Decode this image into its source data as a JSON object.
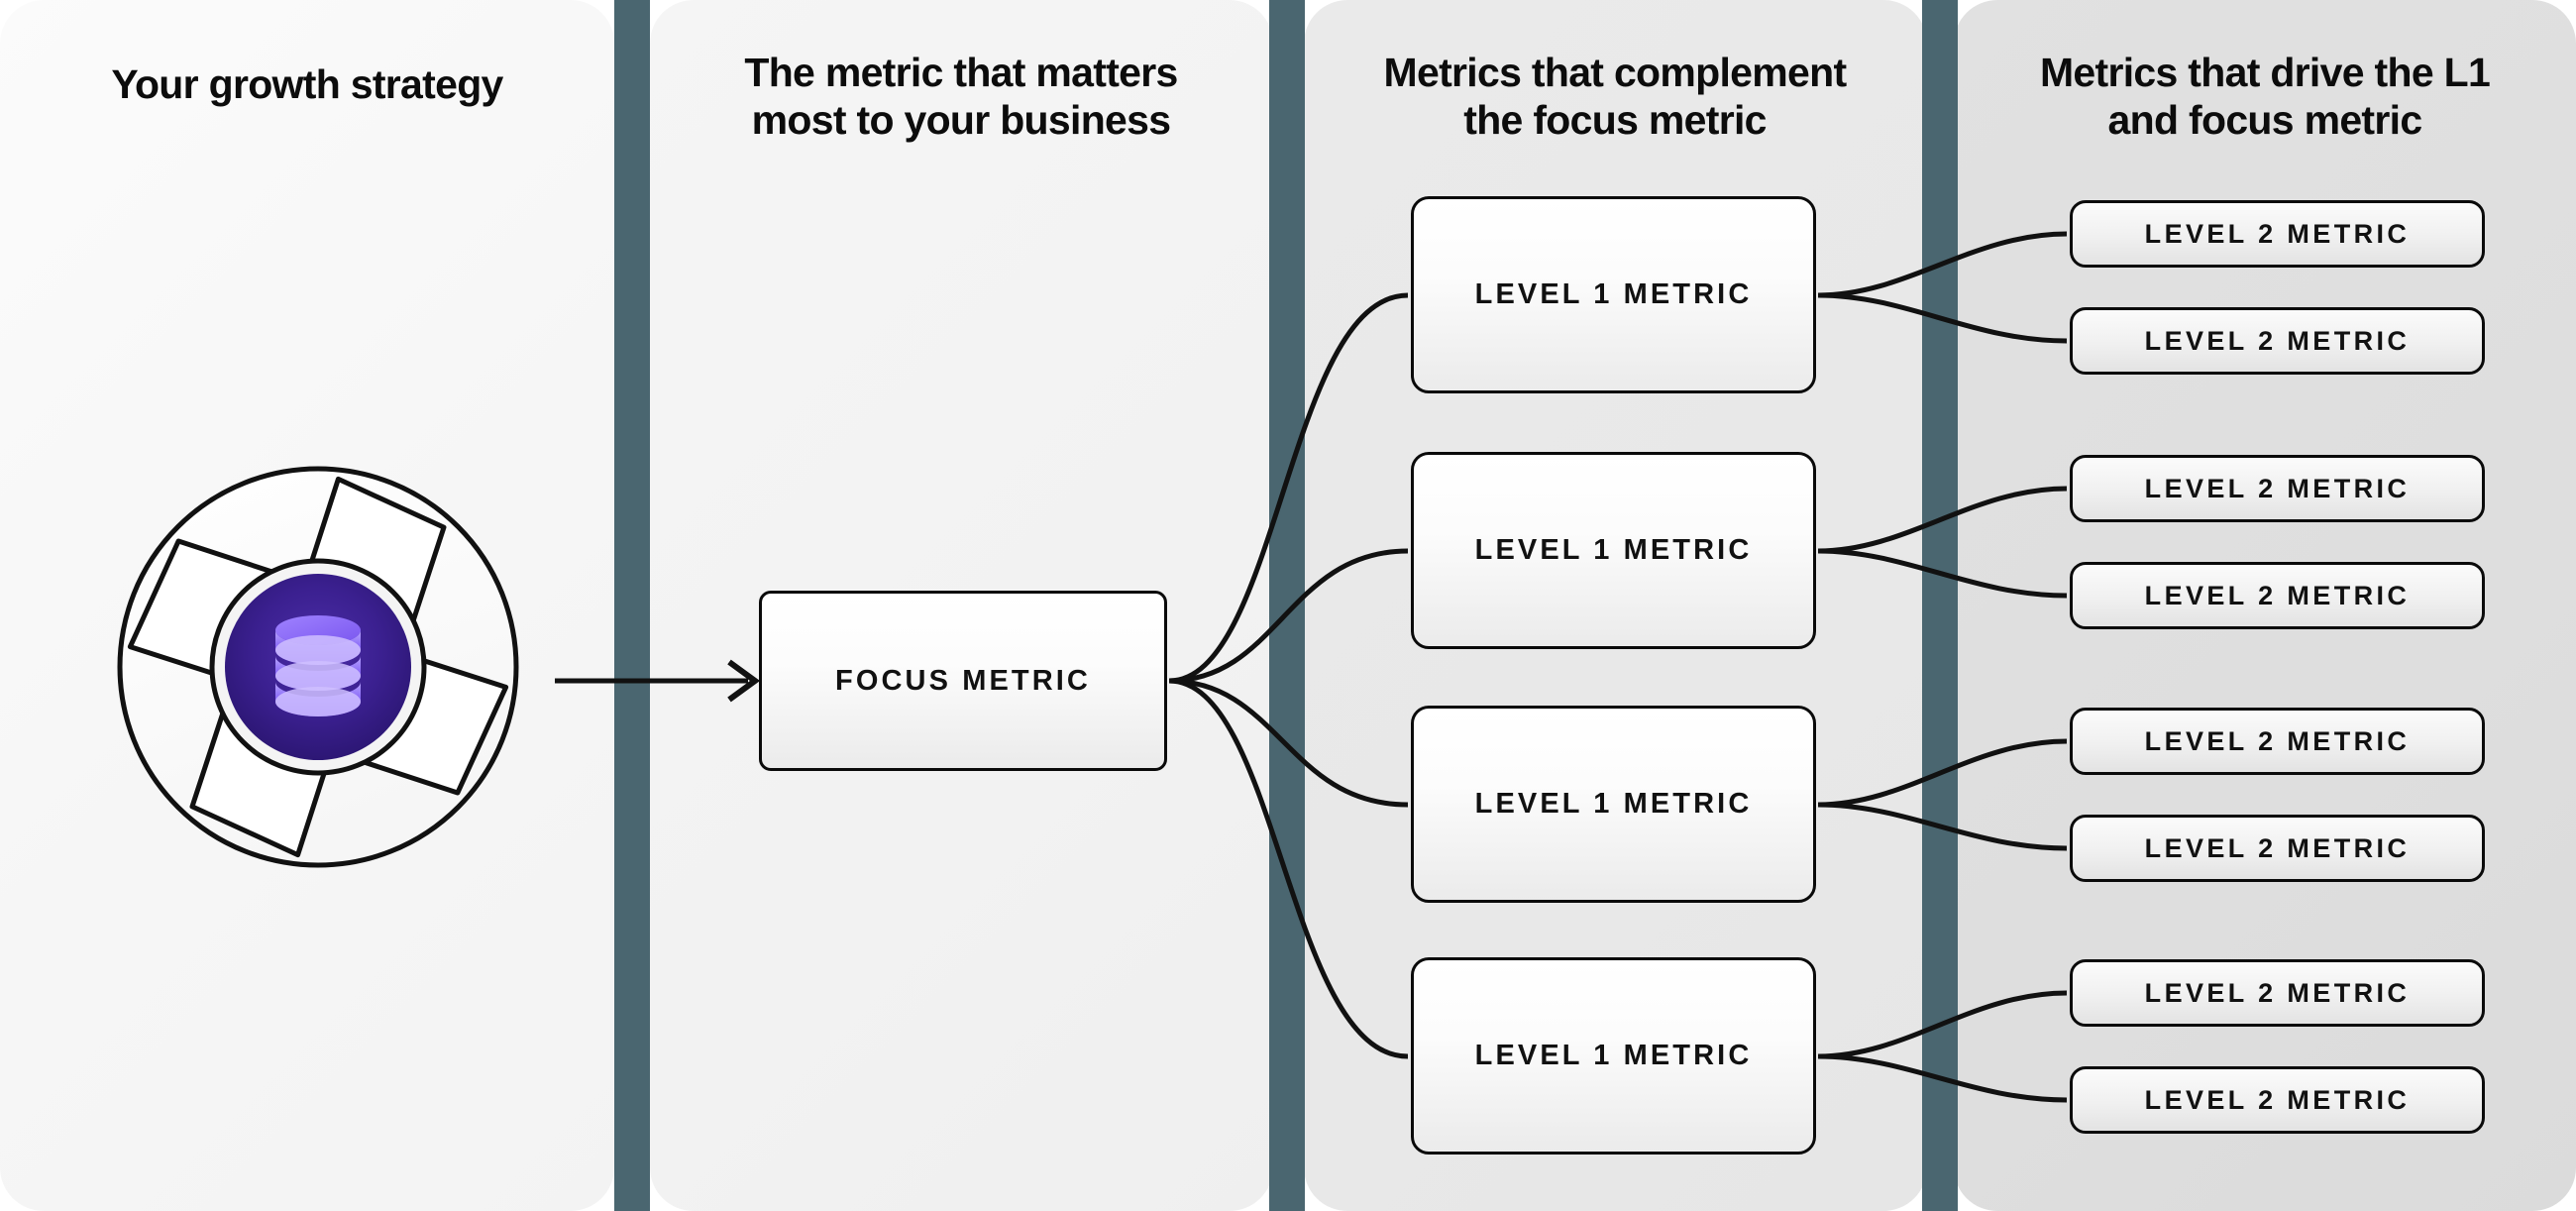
{
  "diagram": {
    "title": "Growth strategy metric tree",
    "colors": {
      "divider": "#4a6670",
      "panel_1": "#f7f7f7",
      "panel_2": "#f2f2f2",
      "panel_3": "#e8e8e8",
      "panel_4": "#dedede",
      "node_border": "#0a0a0a",
      "logo_accent": "#6d4aff",
      "logo_core_dark": "#2d1b7a"
    }
  },
  "columns": [
    {
      "id": "strategy",
      "header": "Your growth strategy"
    },
    {
      "id": "focus",
      "header": "The metric that matters most to your business"
    },
    {
      "id": "level1",
      "header": "Metrics that complement the focus metric"
    },
    {
      "id": "level2",
      "header": "Metrics that drive the L1 and focus metric"
    }
  ],
  "headers": {
    "col0_line1": "Your growth strategy",
    "col1_line1": "The metric that matters",
    "col1_line2": "most to your business",
    "col2_line1": "Metrics that complement",
    "col2_line2": "the focus metric",
    "col3_line1": "Metrics that drive the L1",
    "col3_line2": "and focus metric"
  },
  "logo": {
    "name": "aperture-database-icon",
    "description": "Camera aperture ring with purple database core"
  },
  "nodes": {
    "focus": {
      "label": "FOCUS METRIC"
    },
    "level1": [
      {
        "label": "LEVEL 1 METRIC"
      },
      {
        "label": "LEVEL 1 METRIC"
      },
      {
        "label": "LEVEL 1 METRIC"
      },
      {
        "label": "LEVEL 1 METRIC"
      }
    ],
    "level2": [
      {
        "label": "LEVEL 2 METRIC"
      },
      {
        "label": "LEVEL 2 METRIC"
      },
      {
        "label": "LEVEL 2 METRIC"
      },
      {
        "label": "LEVEL 2 METRIC"
      },
      {
        "label": "LEVEL 2 METRIC"
      },
      {
        "label": "LEVEL 2 METRIC"
      },
      {
        "label": "LEVEL 2 METRIC"
      },
      {
        "label": "LEVEL 2 METRIC"
      }
    ]
  },
  "connectors": {
    "strategy_to_focus": "arrow",
    "focus_to_level1": "curved-fan",
    "level1_to_level2": "curved-fan"
  }
}
